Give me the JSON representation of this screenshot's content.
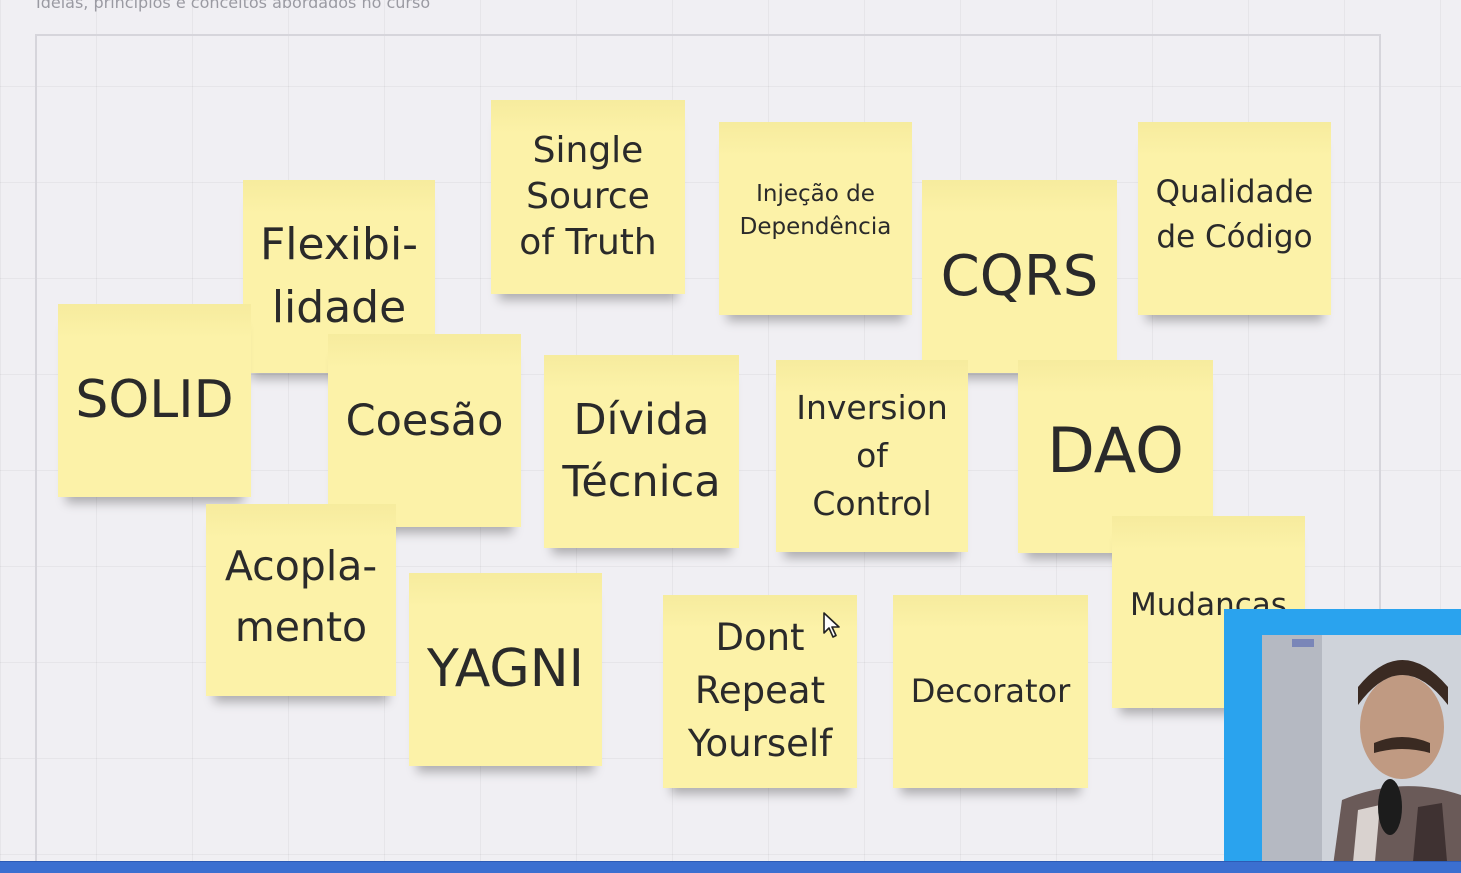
{
  "board": {
    "subtitle": "Ideias, princípios e conceitos abordados no curso"
  },
  "stickies": [
    {
      "id": "single-source-of-truth",
      "text": "Single\nSource\nof Truth"
    },
    {
      "id": "flexibilidade",
      "text": "Flexibi-\nlidade"
    },
    {
      "id": "injecao-de-dependencia",
      "text": "Injeção de\nDependência"
    },
    {
      "id": "cqrs",
      "text": "CQRS"
    },
    {
      "id": "qualidade-de-codigo",
      "text": "Qualidade\nde Código"
    },
    {
      "id": "solid",
      "text": "SOLID"
    },
    {
      "id": "coesao",
      "text": "Coesão"
    },
    {
      "id": "divida-tecnica",
      "text": "Dívida\nTécnica"
    },
    {
      "id": "inversion-of-control",
      "text": "Inversion\nof\nControl"
    },
    {
      "id": "dao",
      "text": "DAO"
    },
    {
      "id": "acoplamento",
      "text": "Acopla-\nmento"
    },
    {
      "id": "yagni",
      "text": "YAGNI"
    },
    {
      "id": "dont-repeat-yourself",
      "text": "Dont\nRepeat\nYourself"
    },
    {
      "id": "decorator",
      "text": "Decorator"
    },
    {
      "id": "mudancas",
      "text": "Mudanças"
    }
  ],
  "colors": {
    "sticky": "#fcf2a8",
    "canvas": "#f0eff3",
    "webcam_border": "#2aa3ee",
    "bottom_bar": "#3b6fd0"
  },
  "icons": {
    "cursor": "mouse-pointer-icon",
    "webcam": "webcam-video-icon"
  }
}
